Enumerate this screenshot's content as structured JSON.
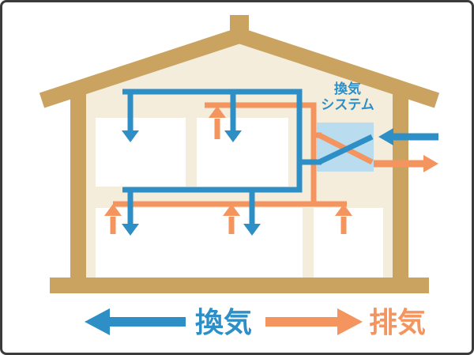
{
  "diagram": {
    "unit_label": {
      "line1": "換気",
      "line2": "システム"
    },
    "legend": {
      "intake_label": "換気",
      "exhaust_label": "排気"
    },
    "colors": {
      "intake_blue": "#2e8fc7",
      "exhaust_orange": "#f4945e",
      "structure_tan": "#c9a35f",
      "interior_cream": "#f4eddc",
      "unit_fill": "#b9dcef",
      "border": "#3b3b3b"
    }
  }
}
